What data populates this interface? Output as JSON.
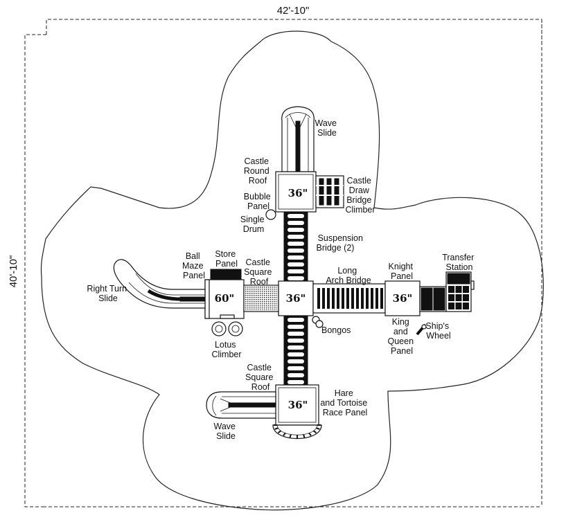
{
  "dimensions": {
    "width": "42'-10\"",
    "height": "40'-10\""
  },
  "decks": {
    "top": "36\"",
    "left": "60\"",
    "center": "36\"",
    "right": "36\"",
    "bottom": "36\""
  },
  "labels": {
    "wave_slide_top": [
      "Wave",
      "Slide"
    ],
    "castle_round_roof": [
      "Castle",
      "Round",
      "Roof"
    ],
    "castle_draw_bridge": [
      "Castle",
      "Draw",
      "Bridge",
      "Climber"
    ],
    "bubble_panel": [
      "Bubble",
      "Panel"
    ],
    "single_drum": [
      "Single",
      "Drum"
    ],
    "suspension_bridge": [
      "Suspension",
      "Bridge (2)"
    ],
    "ball_maze_panel": [
      "Ball",
      "Maze",
      "Panel"
    ],
    "store_panel": [
      "Store",
      "Panel"
    ],
    "castle_square_roof_left": [
      "Castle",
      "Square",
      "Roof"
    ],
    "long_arch_bridge": [
      "Long",
      "Arch Bridge"
    ],
    "knight_panel": [
      "Knight",
      "Panel"
    ],
    "transfer_station": [
      "Transfer",
      "Station"
    ],
    "right_turn_slide": [
      "Right Turn",
      "Slide"
    ],
    "bongos": [
      "Bongos"
    ],
    "king_queen_panel": [
      "King",
      "and",
      "Queen",
      "Panel"
    ],
    "ships_wheel": [
      "Ship's",
      "Wheel"
    ],
    "lotus_climber": [
      "Lotus",
      "Climber"
    ],
    "castle_square_roof_bottom": [
      "Castle",
      "Square",
      "Roof"
    ],
    "hare_tortoise": [
      "Hare",
      "and Tortoise",
      "Race Panel"
    ],
    "wave_slide_bottom": [
      "Wave",
      "Slide"
    ]
  }
}
